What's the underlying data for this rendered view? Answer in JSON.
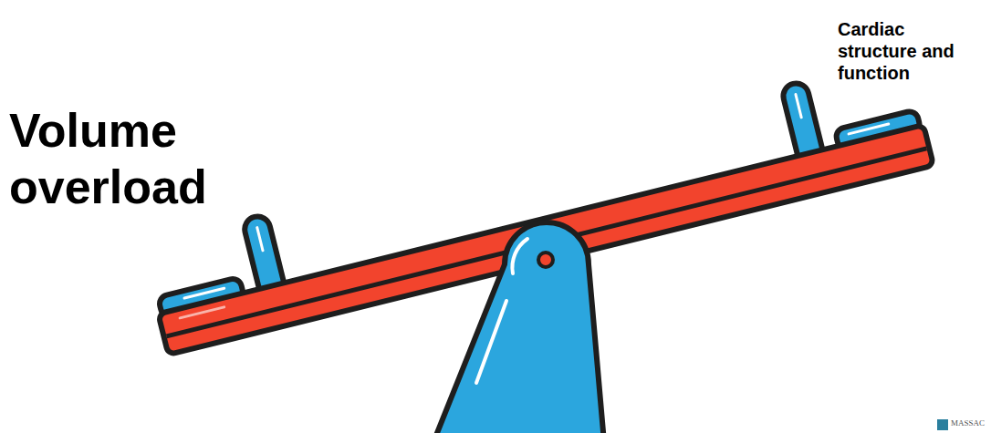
{
  "diagram": {
    "labels": [
      "Volume overload",
      "Cardiac structure and function",
      "MASSAC"
    ]
  }
}
